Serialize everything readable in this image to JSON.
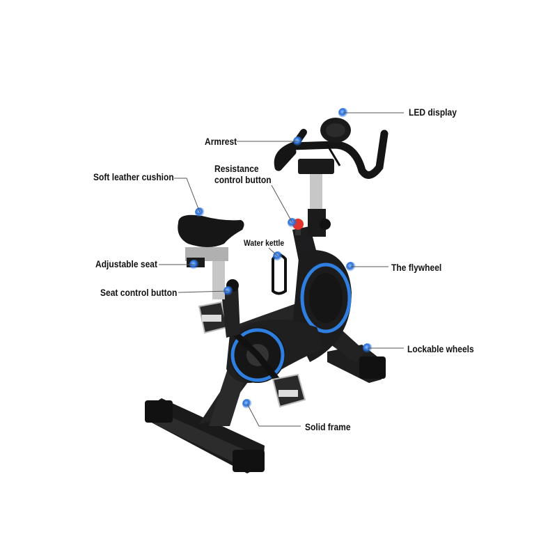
{
  "callouts": {
    "led_display": "LED display",
    "armrest": "Armrest",
    "soft_leather_cushion": "Soft leather cushion",
    "resistance_line1": "Resistance",
    "resistance_line2": "control button",
    "water_kettle": "Water kettle",
    "adjustable_seat": "Adjustable seat",
    "the_flywheel": "The flywheel",
    "seat_control_button": "Seat control button",
    "lockable_wheels": "Lockable wheels",
    "solid_frame": "Solid frame"
  },
  "colors": {
    "frame": "#1d1d1f",
    "accent_blue": "#2f7fe0",
    "dot_blue": "#2a6fd6",
    "resistance_red": "#e0342c",
    "seat_post": "#c7c7c7",
    "leader_line": "#555555"
  }
}
